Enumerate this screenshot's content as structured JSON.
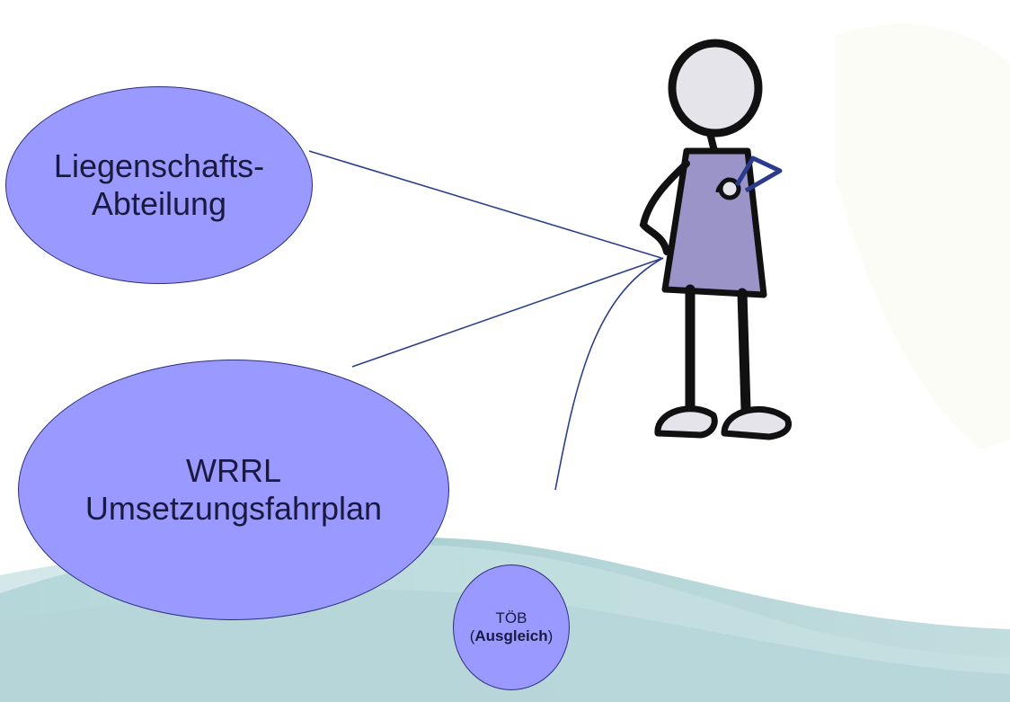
{
  "nodes": {
    "liegenschaft": {
      "line1": "Liegenschafts-",
      "line2": "Abteilung"
    },
    "wrrl": {
      "line1": "WRRL",
      "line2": "Umsetzungsfahrplan"
    },
    "toeb": {
      "line1": "TÖB",
      "paren_open": "(",
      "bold": "Ausgleich",
      "paren_close": ")"
    }
  },
  "colors": {
    "bubble_fill": "#9999ff",
    "connector": "#2b3f8a",
    "wave_light": "#cfe3e6",
    "wave_mid": "#b9d7da",
    "figure_body": "#9a94c8"
  },
  "icons": {
    "figure": "standing-person-icon"
  }
}
